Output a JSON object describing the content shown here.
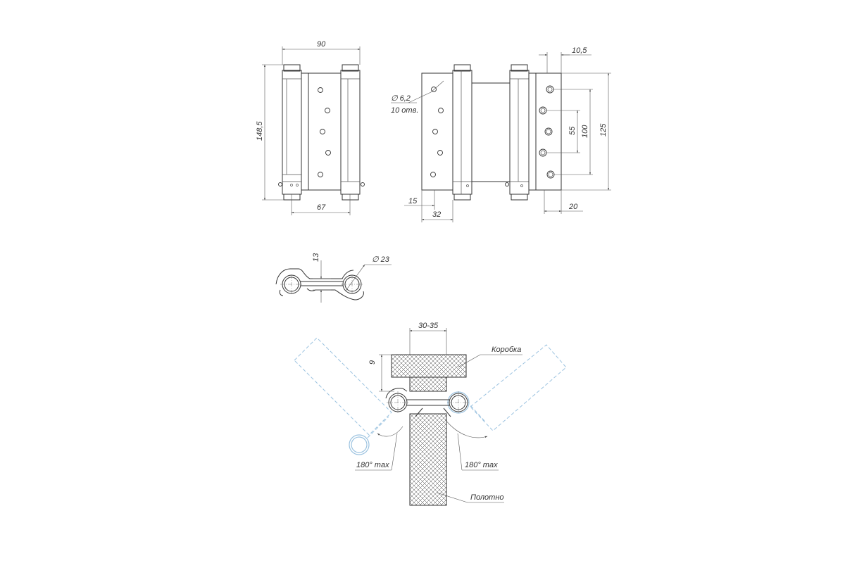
{
  "front_view": {
    "width_label": "90",
    "height_label": "148,5",
    "bottom_label": "67"
  },
  "side_view": {
    "hole_diameter_label": "∅ 6,2",
    "hole_count_label": "10 отв.",
    "offset_label": "15",
    "bottom_label": "32"
  },
  "plate_view": {
    "top_label": "10,5",
    "spacing_55_label": "55",
    "spacing_100_label": "100",
    "height_125_label": "125",
    "bottom_label": "20"
  },
  "top_view": {
    "gap_label": "13",
    "barrel_diameter_label": "∅ 23"
  },
  "installation_view": {
    "frame_width_label": "30-35",
    "depth_label": "9",
    "frame_label": "Коробка",
    "door_label": "Полотно",
    "angle_left_label": "180° max",
    "angle_right_label": "180° max"
  },
  "colors": {
    "line": "#333333",
    "phantom": "#9cc3e0",
    "hatch": "#444444"
  }
}
